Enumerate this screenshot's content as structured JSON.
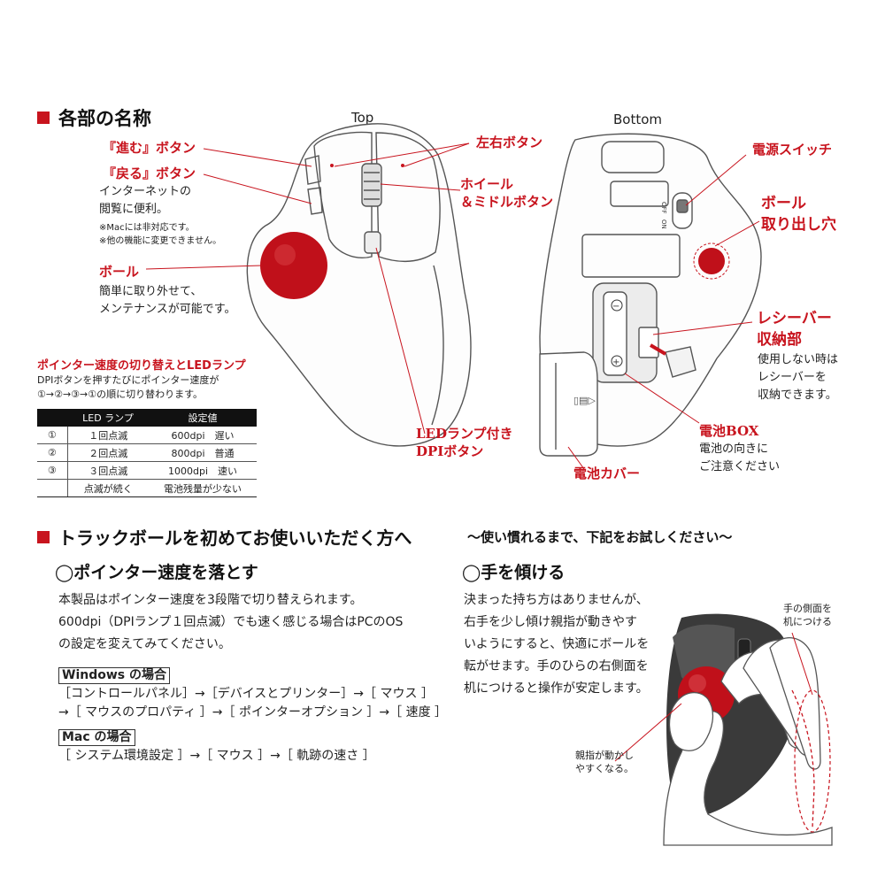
{
  "section1": {
    "title": "各部の名称",
    "top_label": "Top",
    "bottom_label": "Bottom",
    "labels": {
      "forward": "『進む』ボタン",
      "back": "『戻る』ボタン",
      "browse_note": [
        "インターネットの",
        "閲覧に便利。"
      ],
      "mac_notes": [
        "※Macには非対応です。",
        "※他の機能に変更できません。"
      ],
      "ball": "ボール",
      "ball_note": [
        "簡単に取り外せて、",
        "メンテナンスが可能です。"
      ],
      "lr_buttons": "左右ボタン",
      "wheel": [
        "ホイール",
        "＆ミドルボタン"
      ],
      "dpi": [
        "LEDランプ付き",
        "DPIボタン"
      ],
      "power": "電源スイッチ",
      "ball_hole": [
        "ボール",
        "取り出し穴"
      ],
      "receiver": [
        "レシーバー",
        "収納部"
      ],
      "receiver_note": [
        "使用しない時は",
        "レシーバーを",
        "収納できます。"
      ],
      "battery_box": "電池BOX",
      "battery_note": [
        "電池の向きに",
        "ご注意ください"
      ],
      "battery_cover": "電池カバー",
      "switch_off": "OFF",
      "switch_on": "ON"
    },
    "pointer": {
      "title": "ポインター速度の切り替えとLEDランプ",
      "desc": [
        "DPIボタンを押すたびにポインター速度が",
        "①→②→③→①の順に切り替わります。"
      ],
      "headers": [
        "LED ランプ",
        "設定値"
      ],
      "rows": [
        {
          "no": "①",
          "led": "１回点滅",
          "val": "600dpi　遅い"
        },
        {
          "no": "②",
          "led": "２回点滅",
          "val": "800dpi　普通"
        },
        {
          "no": "③",
          "led": "３回点滅",
          "val": "1000dpi　速い"
        },
        {
          "no": "",
          "led": "点滅が続く",
          "val": "電池残量が少ない"
        }
      ]
    }
  },
  "section2": {
    "title": "トラックボールを初めてお使いいただく方へ",
    "subtitle": "～使い慣れるまで、下記をお試しください～",
    "left": {
      "heading": "◯ポインター速度を落とす",
      "lines": [
        "本製品はポインター速度を3段階で切り替えられます。",
        "600dpi（DPIランプ１回点滅）でも速く感じる場合はPCのOS",
        "の設定を変えてみてください。"
      ],
      "windows_label": "Windows の場合",
      "windows_path": [
        "［コントロールパネル］→［デバイスとプリンター］→［ マウス ］",
        "→［ マウスのプロパティ ］→［ ポインターオプション ］→［ 速度 ］"
      ],
      "mac_label": "Mac の場合",
      "mac_path": "［ システム環境設定 ］→［ マウス ］→［ 軌跡の速さ ］"
    },
    "right": {
      "heading": "◯手を傾ける",
      "lines": [
        "決まった持ち方はありませんが、",
        "右手を少し傾け親指が動きやす",
        "いようにすると、快適にボールを",
        "転がせます。手のひらの右側面を",
        "机につけると操作が安定します。"
      ],
      "side_note": [
        "手の側面を",
        "机につける"
      ],
      "thumb_note": [
        "親指が動かし",
        "やすくなる。"
      ]
    }
  },
  "colors": {
    "accent": "#c8141e",
    "ball": "#c0101a",
    "text": "#222222"
  }
}
